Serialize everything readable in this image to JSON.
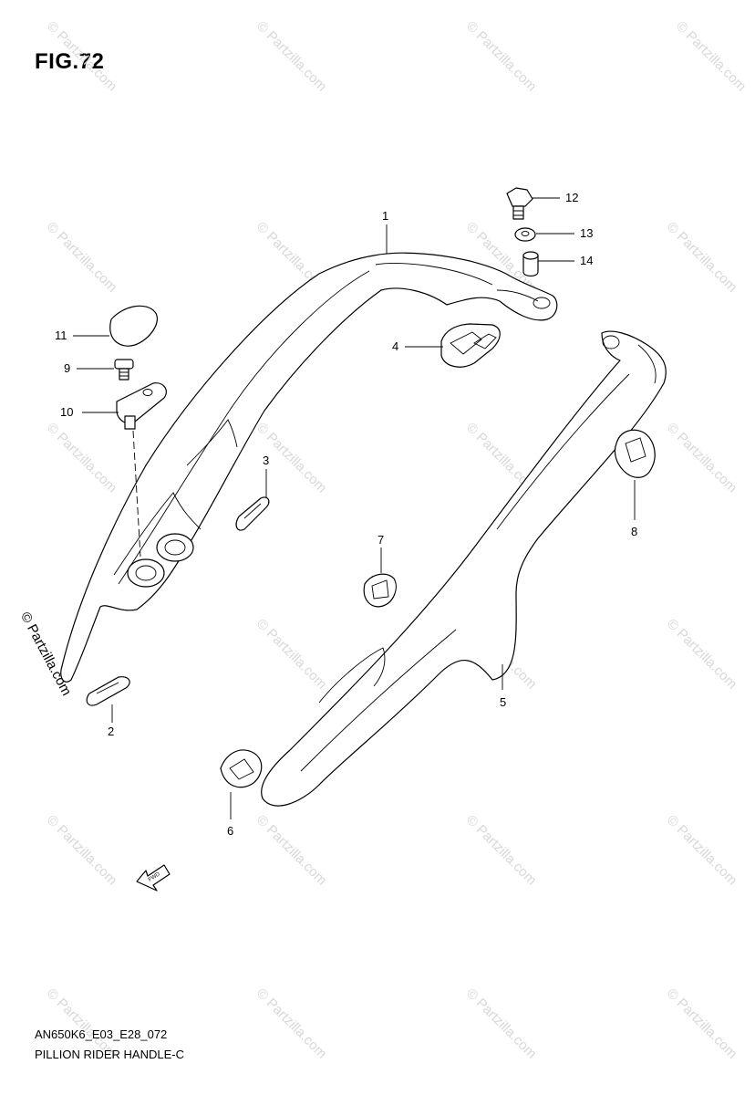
{
  "figure": {
    "title": "FIG.72"
  },
  "callouts": [
    {
      "id": "1",
      "label": "1"
    },
    {
      "id": "2",
      "label": "2"
    },
    {
      "id": "3",
      "label": "3"
    },
    {
      "id": "4",
      "label": "4"
    },
    {
      "id": "5",
      "label": "5"
    },
    {
      "id": "6",
      "label": "6"
    },
    {
      "id": "7",
      "label": "7"
    },
    {
      "id": "8",
      "label": "8"
    },
    {
      "id": "9",
      "label": "9"
    },
    {
      "id": "10",
      "label": "10"
    },
    {
      "id": "11",
      "label": "11"
    },
    {
      "id": "12",
      "label": "12"
    },
    {
      "id": "13",
      "label": "13"
    },
    {
      "id": "14",
      "label": "14"
    }
  ],
  "fwd_arrow": {
    "label": "FWD"
  },
  "footer": {
    "model_code": "AN650K6_E03_E28_072",
    "section_name": "PILLION RIDER HANDLE-C"
  },
  "watermark": {
    "text": "© Partzilla.com"
  }
}
